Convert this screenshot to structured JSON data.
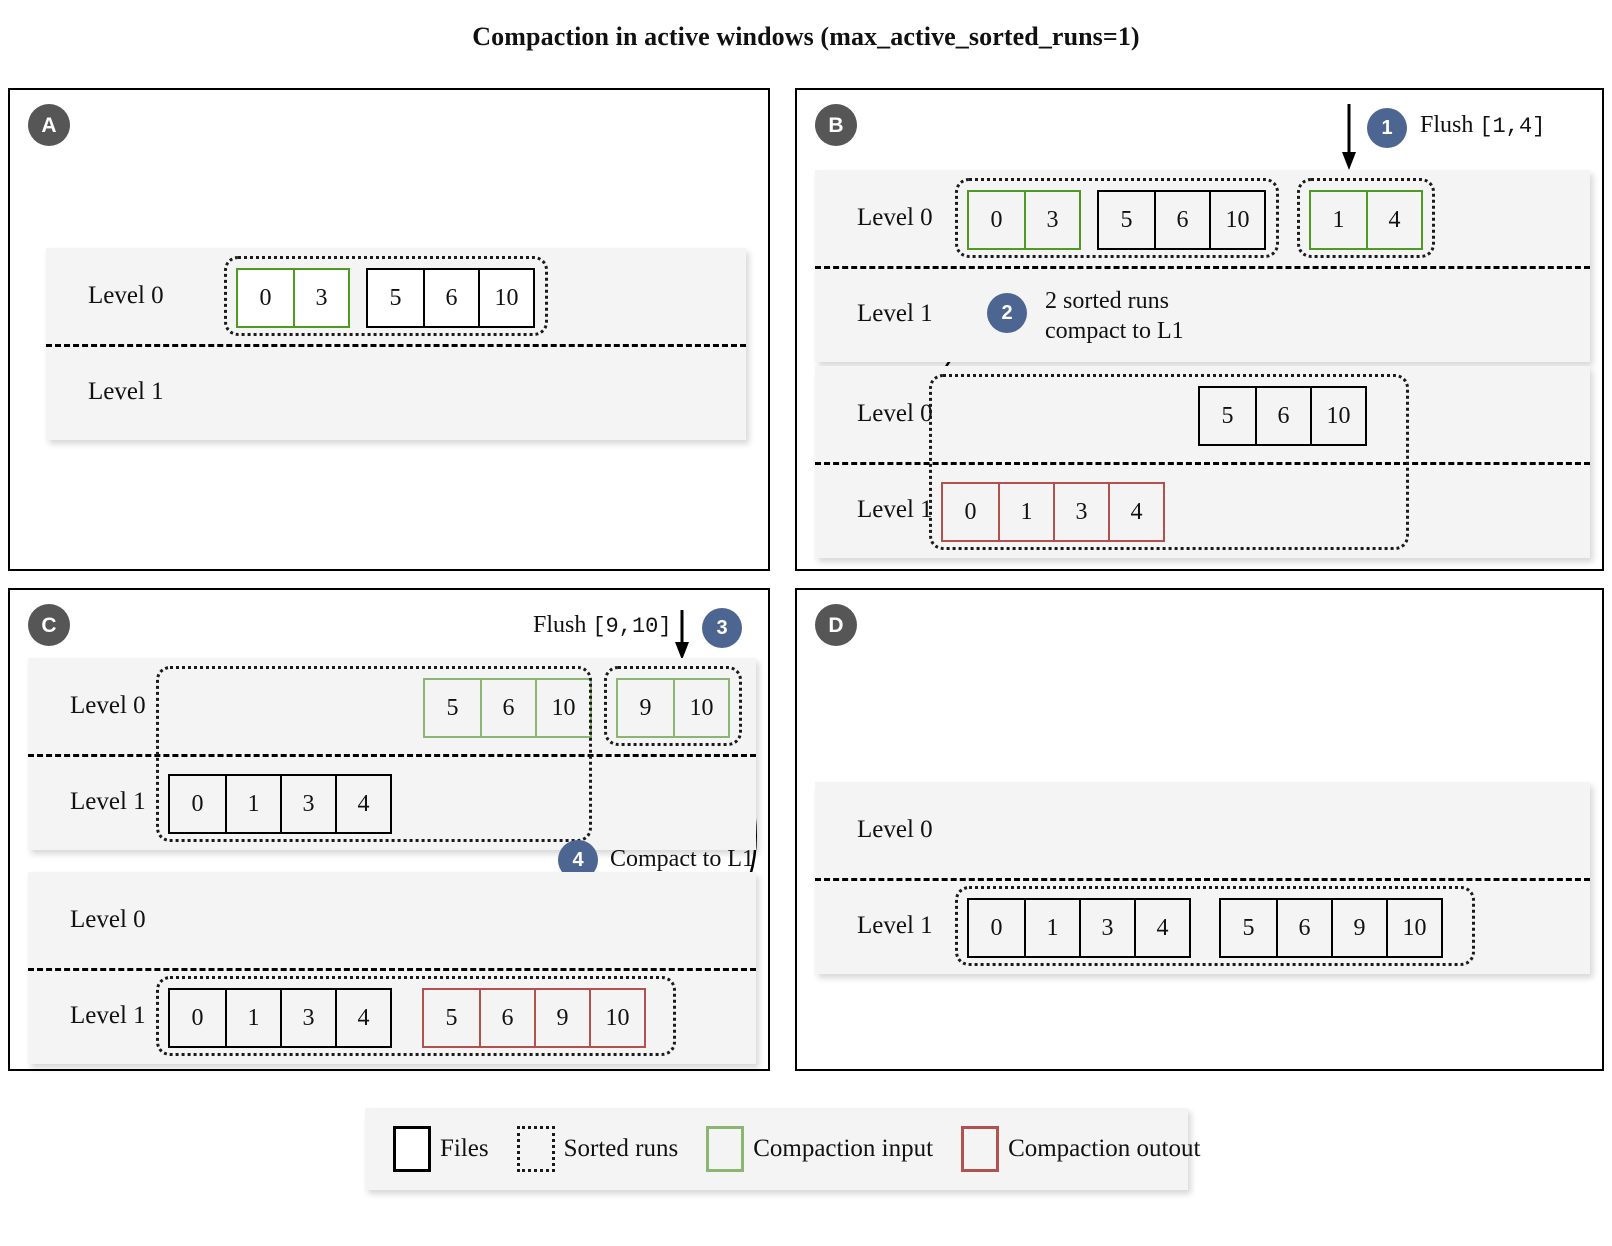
{
  "title": "Compaction in active windows (max_active_sorted_runs=1)",
  "level_labels": {
    "l0": "Level 0",
    "l1": "Level 1"
  },
  "panels": {
    "a": {
      "letter": "A",
      "states": [
        {
          "level0": [
            {
              "kind": "input",
              "files": [
                "0",
                "3"
              ]
            },
            {
              "kind": "file",
              "files": [
                "5",
                "6",
                "10"
              ]
            }
          ],
          "level1": []
        }
      ]
    },
    "b": {
      "letter": "B",
      "steps": [
        {
          "num": "1",
          "label": "Flush",
          "range": "[1,4]"
        },
        {
          "num": "2",
          "label_line1": "2 sorted runs",
          "label_line2": "compact to L1"
        }
      ],
      "states": [
        {
          "level0": [
            {
              "kind": "input",
              "files": [
                "0",
                "3"
              ]
            },
            {
              "kind": "file",
              "files": [
                "5",
                "6",
                "10"
              ]
            },
            {
              "kind": "input",
              "files": [
                "1",
                "4"
              ]
            }
          ],
          "level1": []
        },
        {
          "level0": [
            {
              "kind": "file",
              "files": [
                "5",
                "6",
                "10"
              ]
            }
          ],
          "level1": [
            {
              "kind": "output",
              "files": [
                "0",
                "1",
                "3",
                "4"
              ]
            }
          ]
        }
      ]
    },
    "c": {
      "letter": "C",
      "steps": [
        {
          "num": "3",
          "label": "Flush",
          "range": "[9,10]"
        },
        {
          "num": "4",
          "label": "Compact to L1"
        }
      ],
      "states": [
        {
          "level0": [
            {
              "kind": "input",
              "files": [
                "5",
                "6",
                "10"
              ]
            },
            {
              "kind": "input",
              "files": [
                "9",
                "10"
              ]
            }
          ],
          "level1": [
            {
              "kind": "file",
              "files": [
                "0",
                "1",
                "3",
                "4"
              ]
            }
          ]
        },
        {
          "level0": [],
          "level1": [
            {
              "kind": "file",
              "files": [
                "0",
                "1",
                "3",
                "4"
              ]
            },
            {
              "kind": "output",
              "files": [
                "5",
                "6",
                "9",
                "10"
              ]
            }
          ]
        }
      ]
    },
    "d": {
      "letter": "D",
      "states": [
        {
          "level0": [],
          "level1": [
            {
              "kind": "file",
              "files": [
                "0",
                "1",
                "3",
                "4"
              ]
            },
            {
              "kind": "file",
              "files": [
                "5",
                "6",
                "9",
                "10"
              ]
            }
          ]
        }
      ]
    }
  },
  "legend": {
    "files": "Files",
    "sorted_runs": "Sorted runs",
    "compaction_input": "Compaction input",
    "compaction_output": "Compaction outout"
  },
  "colors": {
    "file_border": "#000000",
    "input_green": "#4f9a23",
    "input_sage": "#8cb573",
    "output_red": "#b1524f",
    "step_badge": "#4d6691",
    "panel_badge": "#565656",
    "block_bg": "#f4f4f4"
  }
}
